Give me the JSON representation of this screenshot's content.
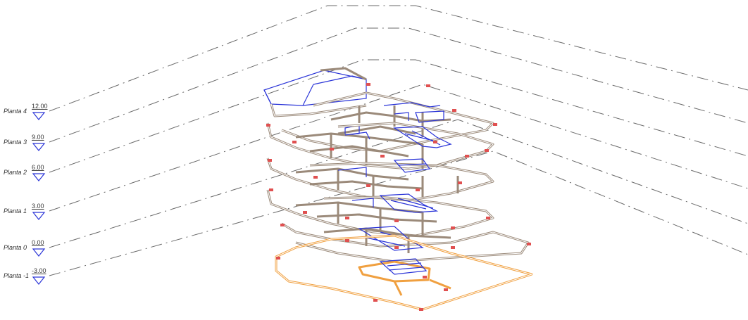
{
  "levels": [
    {
      "name": "Planta 4",
      "elevation": "12.00"
    },
    {
      "name": "Planta 3",
      "elevation": "9.00"
    },
    {
      "name": "Planta 2",
      "elevation": "6.00"
    },
    {
      "name": "Planta 1",
      "elevation": "3.00"
    },
    {
      "name": "Planta 0",
      "elevation": "0.00"
    },
    {
      "name": "Planta -1",
      "elevation": "-3.00"
    }
  ],
  "colors": {
    "wall": "#9b8a7a",
    "blue_elements": "#2b35d8",
    "basement_outline": "#f0a040",
    "markers": "#e05050",
    "level_lines": "#6a6a6a"
  },
  "icons": [
    "level-marker-icon"
  ]
}
